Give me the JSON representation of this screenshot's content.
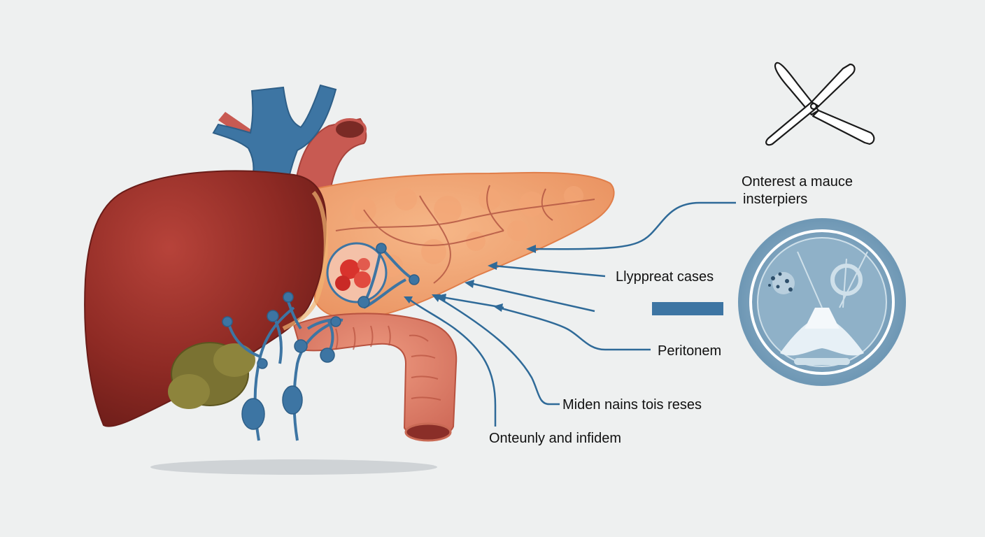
{
  "labels": {
    "top_line1": "Onterest a mauce",
    "top_line2": "insterpiers",
    "middle": "Llyppreat cases",
    "peritoneum": "Peritonem",
    "lower": "Miden nains tois reses",
    "bottom": "Onteunly and infidem"
  },
  "icons": {
    "scissors": "surgical-scissors-icon",
    "scan": "ct-scan-inset"
  },
  "colors": {
    "background": "#eef0f0",
    "liver": "#8e2a24",
    "pancreas": "#f0a070",
    "vessel_blue": "#3d75a3",
    "artery_red": "#c85a52",
    "gallbladder": "#7a7232",
    "leader_line": "#2f6a98",
    "scan_blue": "#6f98b5",
    "label_text": "#111111"
  }
}
